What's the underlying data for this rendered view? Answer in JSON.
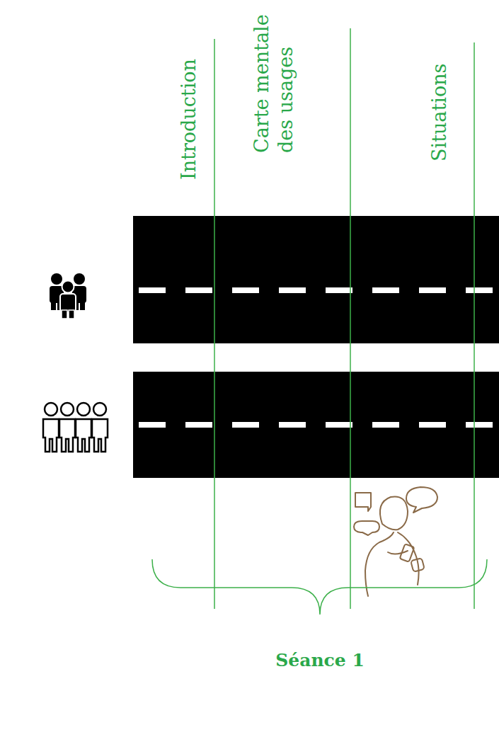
{
  "diagram": {
    "labels": [
      "Introduction",
      "Carte mentale des usages",
      "Situations",
      "Séance 1"
    ]
  }
}
